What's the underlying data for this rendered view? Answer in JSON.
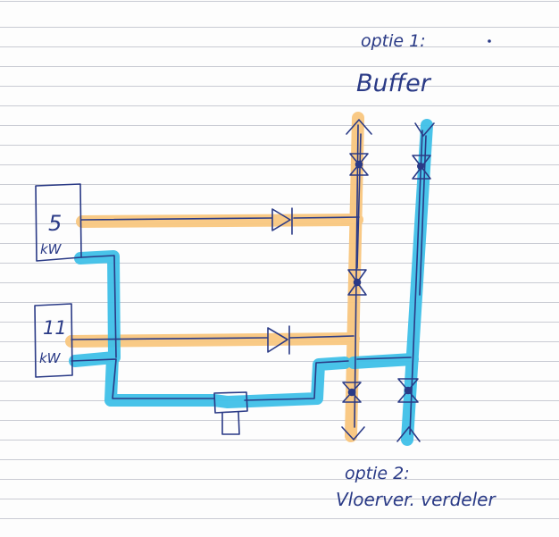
{
  "labels": {
    "option1": "optie 1:",
    "buffer": "Buffer",
    "boiler_top_line1": "5",
    "boiler_top_line2": "kW",
    "boiler_bottom_line1": "11",
    "boiler_bottom_line2": "kW",
    "option2": "optie 2:",
    "distributor": "Vloerver. verdeler"
  },
  "colors": {
    "supply": "#f9c77f",
    "return": "#3fc0e8",
    "ink": "#2a3a86",
    "rule": "#c9cbd3"
  }
}
